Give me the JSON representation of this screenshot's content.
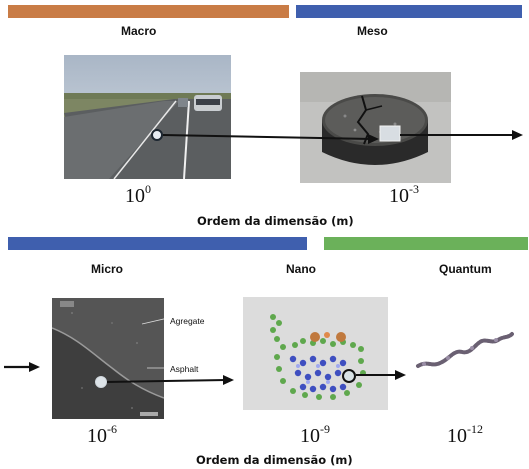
{
  "top_row": {
    "scales": [
      {
        "label": "Macro",
        "color": "#c97c46"
      },
      {
        "label": "Meso",
        "color": "#3f5fae"
      }
    ],
    "powers": [
      {
        "base": "10",
        "exp": "0"
      },
      {
        "base": "10",
        "exp": "-3"
      }
    ],
    "axis_label": "Ordem da dimensão (m)"
  },
  "bottom_row": {
    "scales": [
      {
        "label": "Micro",
        "color": "#3f5fae"
      },
      {
        "label": "Nano",
        "color": ""
      },
      {
        "label": "Quantum",
        "color": "#6bb15a"
      }
    ],
    "powers": [
      {
        "base": "10",
        "exp": "-6"
      },
      {
        "base": "10",
        "exp": "-9"
      },
      {
        "base": "10",
        "exp": "-12"
      }
    ],
    "annotations": {
      "aggregate": "Agregate",
      "asphalt": "Asphalt"
    },
    "axis_label": "Ordem da dimensão (m)"
  }
}
